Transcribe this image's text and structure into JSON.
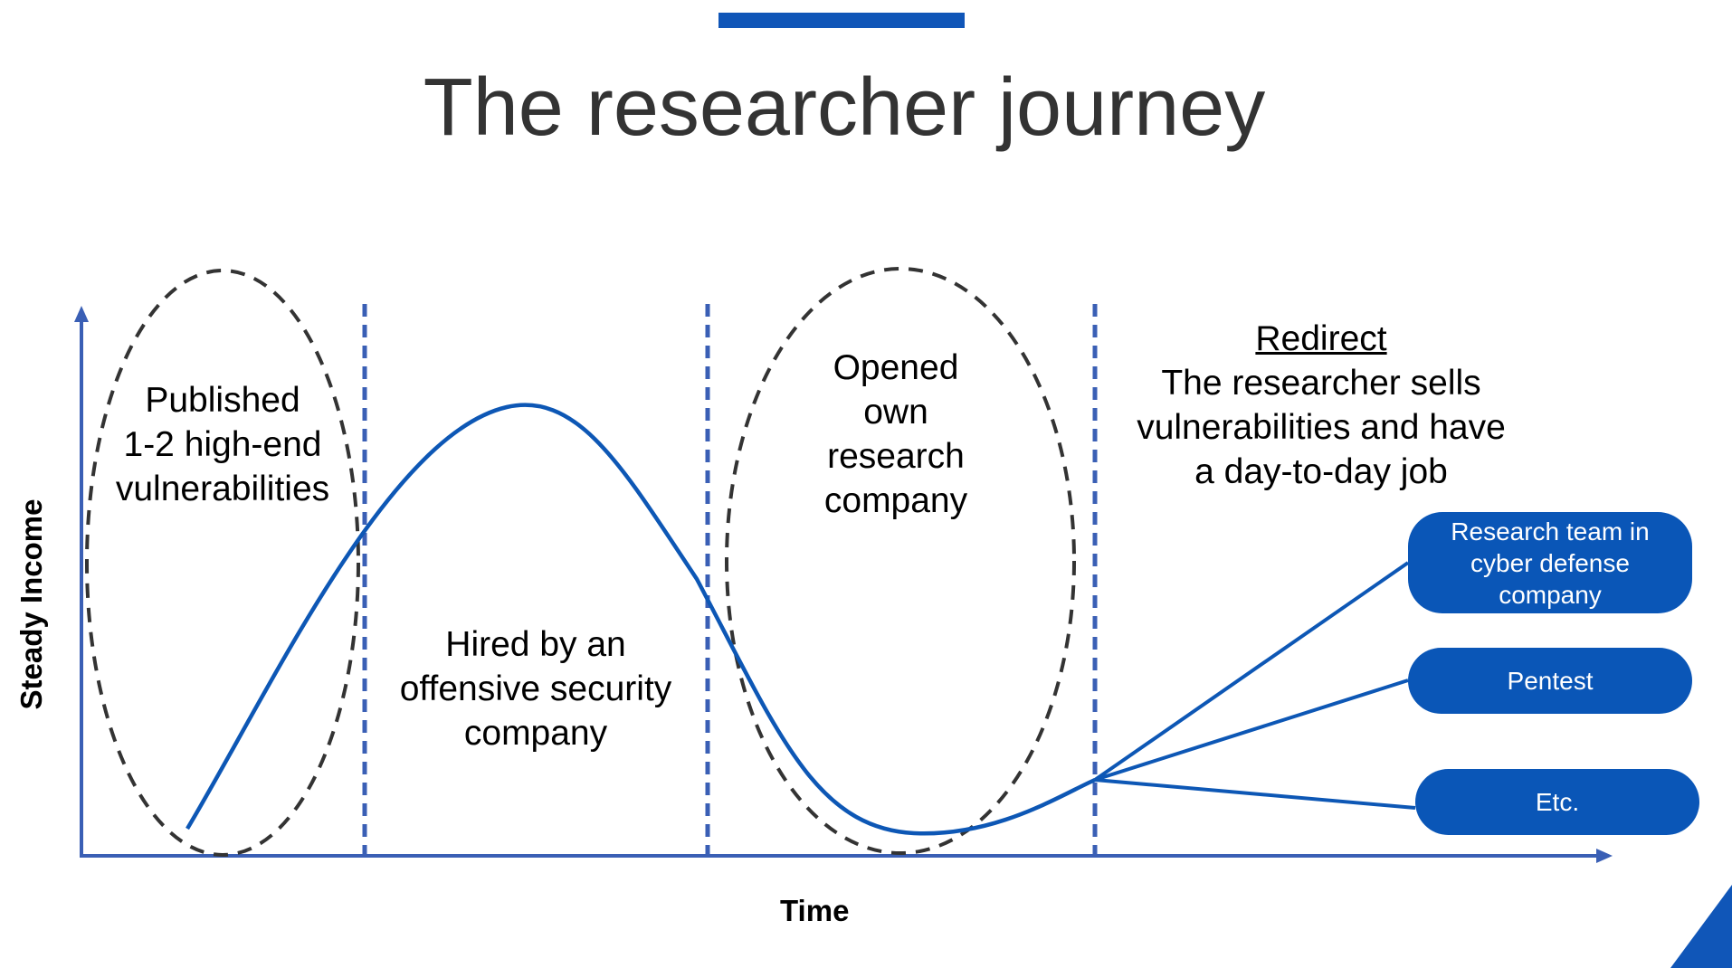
{
  "slide": {
    "title": "The researcher journey",
    "accent_color": "#1056b8",
    "curve_color": "#0d57b5",
    "divider_color": "#3a5fb5",
    "ellipse_color": "#333333"
  },
  "axes": {
    "x_label": "Time",
    "y_label": "Steady Income"
  },
  "stages": [
    {
      "label": "Published\n1-2 high-end\nvulnerabilities"
    },
    {
      "label": "Hired by an\noffensive security\ncompany"
    },
    {
      "label": "Opened\nown\nresearch\ncompany"
    }
  ],
  "redirect": {
    "heading": "Redirect",
    "text": "The researcher sells\nvulnerabilities and have\na day-to-day job"
  },
  "outcomes": [
    {
      "label": "Research team in\ncyber defense\ncompany"
    },
    {
      "label": "Pentest"
    },
    {
      "label": "Etc."
    }
  ]
}
